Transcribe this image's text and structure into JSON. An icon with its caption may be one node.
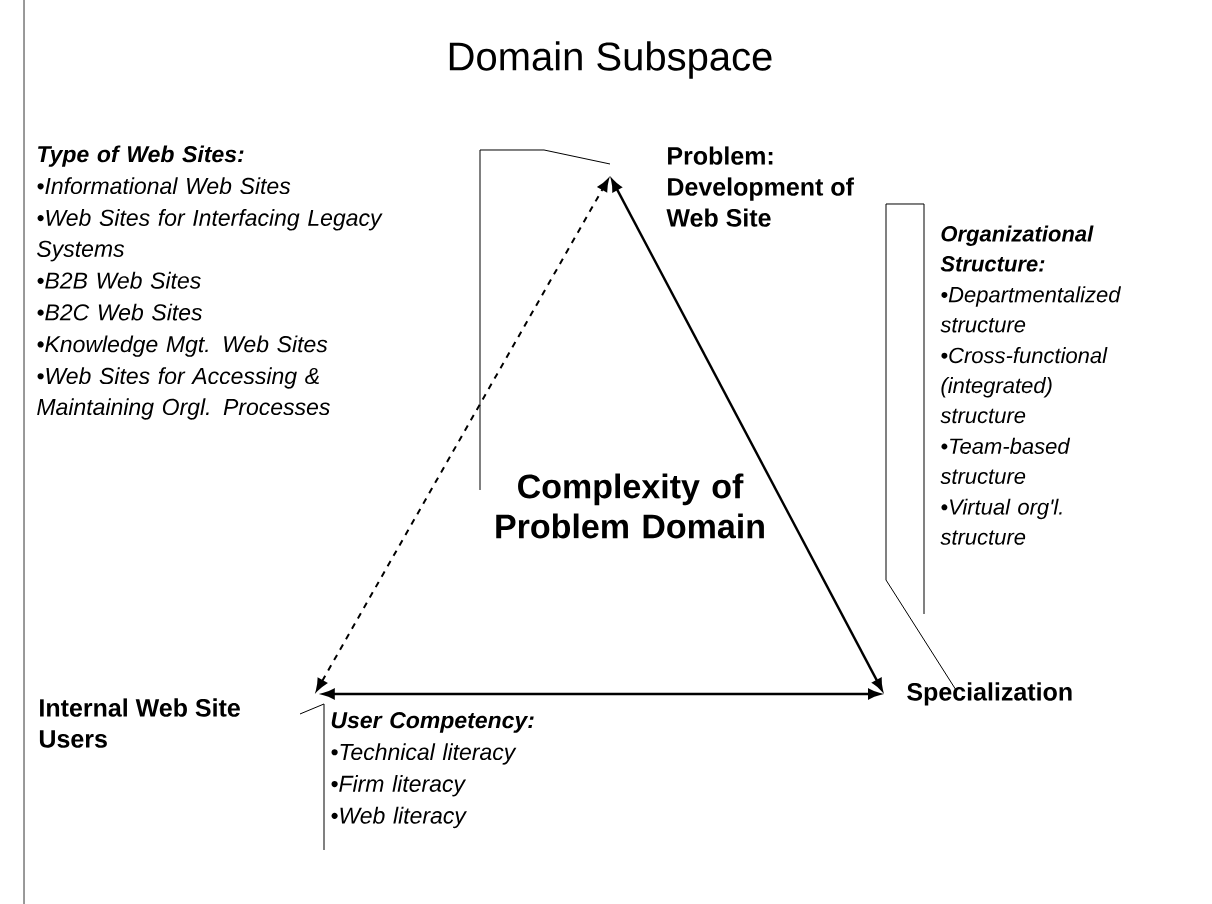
{
  "diagram": {
    "title": "Domain Subspace",
    "nodes": [
      {
        "text": [
          "Problem: Development of Web Site"
        ]
      },
      {
        "text": [
          "Internal Web Site Users"
        ]
      },
      {
        "text": [
          "Specialization"
        ]
      }
    ],
    "edges": [
      {
        "from": 1,
        "to": 0,
        "arrow": "both",
        "style": "dashed"
      },
      {
        "from": 0,
        "to": 2,
        "arrow": "both"
      },
      {
        "from": 1,
        "to": 2,
        "arrow": "both"
      }
    ],
    "labels": [
      "Type of Web Sites:",
      "•Informational Web Sites",
      "•Web Sites for Interfacing Legacy Systems",
      "•B2B Web Sites",
      "•B2C Web Sites",
      "•Knowledge Mgt. Web Sites",
      "•Web Sites for Accessing & Maintaining Orgl. Processes",
      "Organizational Structure:",
      "•Departmentalized structure",
      "•Cross-functional (integrated) structure",
      "•Team-based structure",
      "•Virtual org'l. structure",
      "Complexity of Problem Domain",
      "**User Competency**:",
      "•Technical literacy",
      "•Firm literacy",
      "•Web literacy"
    ]
  }
}
